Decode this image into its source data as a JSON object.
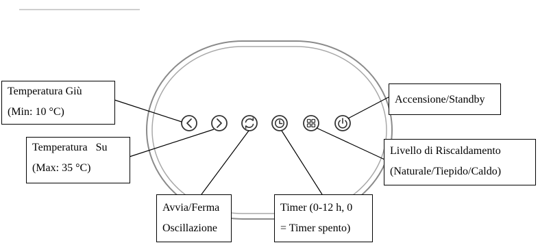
{
  "labels": {
    "temp_down": {
      "line1_left": "Temperatura",
      "line1_right": "Giù",
      "line2": "(Min: 10 °C)"
    },
    "temp_up": {
      "line1_left": "Temperatura",
      "line1_right": "Su",
      "line2": "(Max: 35 °C)"
    },
    "oscillation": {
      "line1": "Avvia/Ferma",
      "line2": "Oscillazione"
    },
    "timer": {
      "line1": "Timer (0-12 h, 0",
      "line2": "= Timer spento)"
    },
    "heat_level": {
      "line1_left": "Livello",
      "line1_mid": "di",
      "line1_right": "Riscaldamento",
      "line2": "(Naturale/Tiepido/Caldo)"
    },
    "power": {
      "line1": "Accensione/Standby"
    }
  },
  "buttons": [
    {
      "name": "temperature-down-button",
      "icon": "chevron-left-icon"
    },
    {
      "name": "temperature-up-button",
      "icon": "chevron-right-icon"
    },
    {
      "name": "oscillation-button",
      "icon": "rotate-arrows-icon"
    },
    {
      "name": "timer-button",
      "icon": "clock-icon"
    },
    {
      "name": "heat-level-button",
      "icon": "grid-icon"
    },
    {
      "name": "power-button",
      "icon": "power-icon"
    }
  ]
}
